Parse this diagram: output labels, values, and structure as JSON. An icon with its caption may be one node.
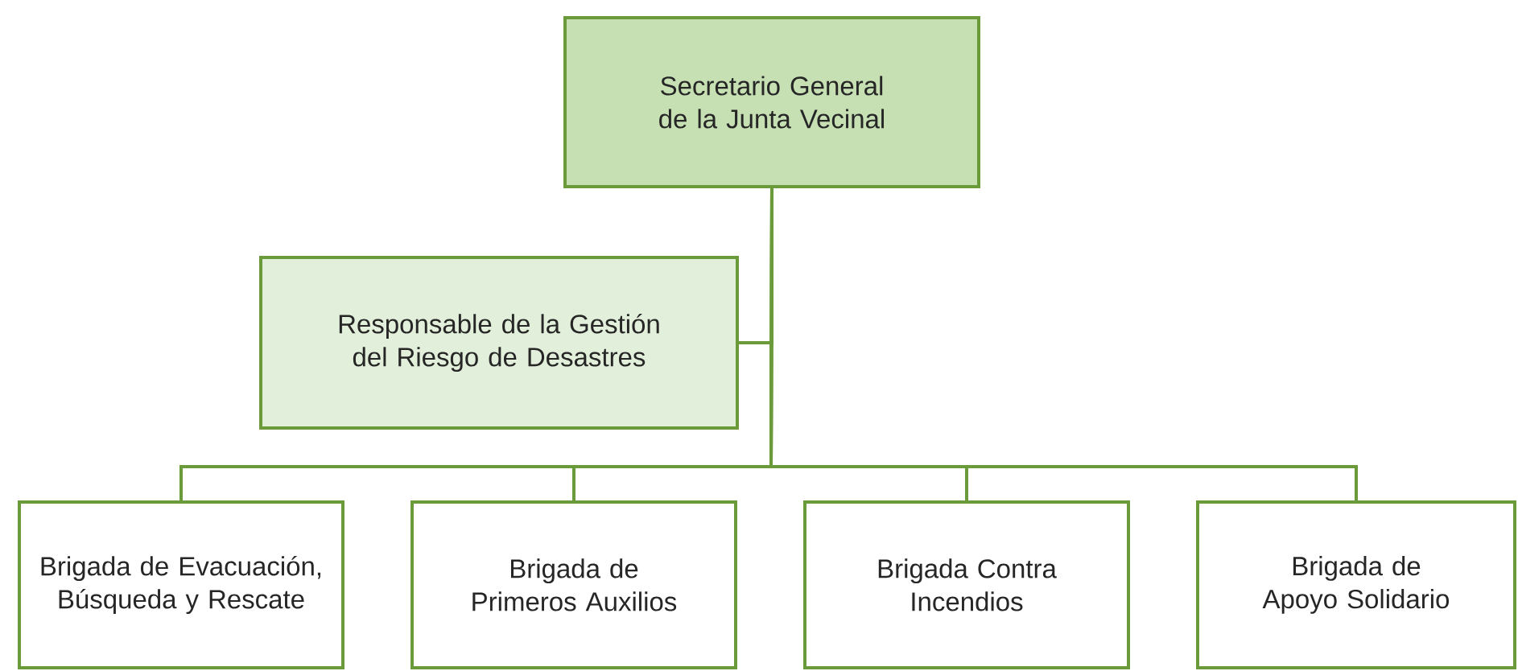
{
  "diagram": {
    "nodes": [
      {
        "text": [
          "Secretario General de la Junta Vecinal"
        ]
      },
      {
        "text": [
          "Responsable de la Gestión del Riesgo de Desastres"
        ]
      },
      {
        "text": [
          "Brigada de Evacuación, Búsqueda y Rescate"
        ]
      },
      {
        "text": [
          "Brigada de Primeros Auxilios"
        ]
      },
      {
        "text": [
          "Brigada Contra Incendios"
        ]
      },
      {
        "text": [
          "Brigada de Apoyo Solidario"
        ]
      }
    ],
    "edges": [
      {
        "from": 0,
        "to": 1,
        "arrow": "none"
      },
      {
        "from": 0,
        "to": 2,
        "arrow": "none"
      },
      {
        "from": 0,
        "to": 3,
        "arrow": "none"
      },
      {
        "from": 0,
        "to": 4,
        "arrow": "none"
      },
      {
        "from": 0,
        "to": 5,
        "arrow": "none"
      }
    ]
  }
}
